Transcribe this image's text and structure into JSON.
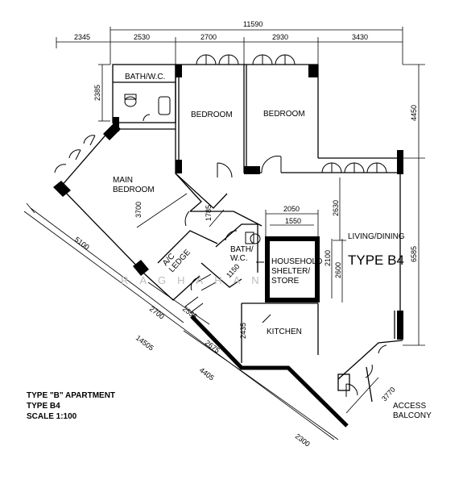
{
  "dimensions": {
    "top_total": "11590",
    "top": [
      "2345",
      "2530",
      "2700",
      "2930",
      "3430"
    ],
    "left_bath": "2385",
    "right_upper": "4450",
    "right_lower": "6585",
    "mid_living": "2630",
    "shelter_outer": "2050",
    "shelter_inner": "1550",
    "shelter_side_a": "2100",
    "shelter_side_b": "2600",
    "master_3700": "3700",
    "corridor_1785": "1785",
    "diag_5100": "5100",
    "diag_2700": "2700",
    "diag_14505": "14505",
    "diag_2555": "2555",
    "diag_2675": "2675",
    "diag_4405": "4405",
    "diag_2300": "2300",
    "kitchen_2435": "2435",
    "balcony_3770": "3770",
    "small_1150": "1150"
  },
  "rooms": {
    "bath_wc_top": "BATH/W.C.",
    "bedroom_1": "BEDROOM",
    "bedroom_2": "BEDROOM",
    "main_bedroom_l1": "MAIN",
    "main_bedroom_l2": "BEDROOM",
    "living_dining": "LIVING/DINING",
    "type_label": "TYPE B4",
    "household_l1": "HOUSEHOLD",
    "household_l2": "SHELTER/",
    "household_l3": "STORE",
    "bath_wc_mid_l1": "BATH/",
    "bath_wc_mid_l2": "W.C.",
    "ac_ledge_l1": "A/C",
    "ac_ledge_l2": "LEDGE",
    "kitchen": "KITCHEN",
    "access_balcony_l1": "ACCESS",
    "access_balcony_l2": "BALCONY"
  },
  "legend": {
    "line1": "TYPE \"B\" APARTMENT",
    "line2": "TYPE B4",
    "line3": "SCALE  1:100"
  },
  "watermark": "RAGHAHAN"
}
